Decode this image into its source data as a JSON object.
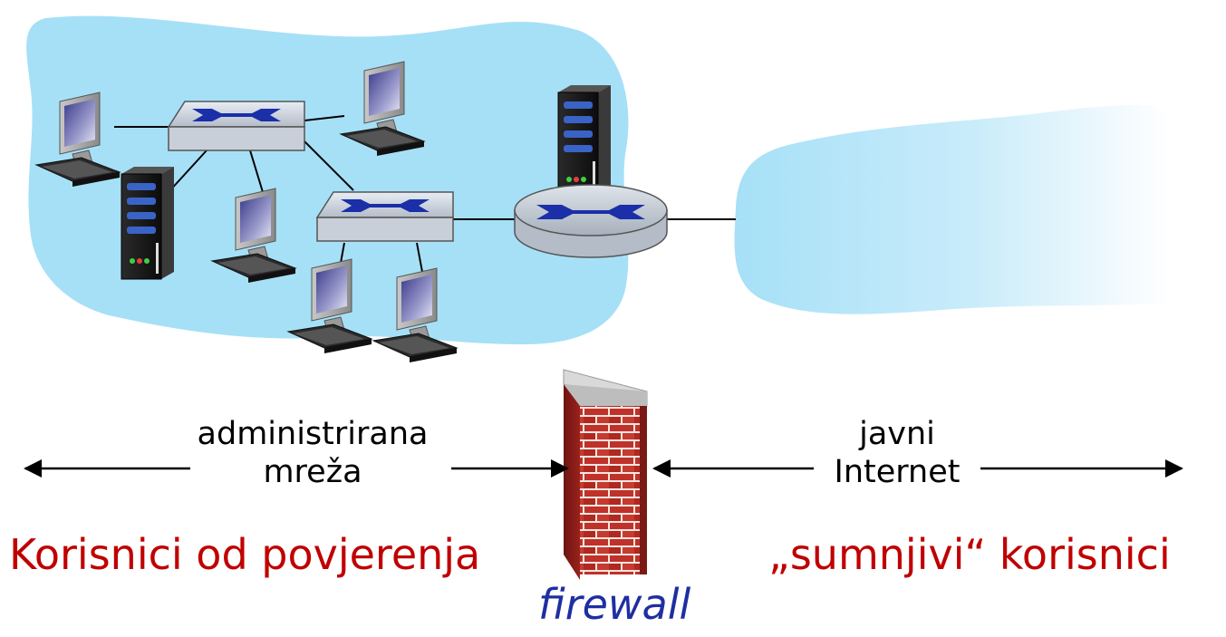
{
  "labels": {
    "managed_line1": "administrirana",
    "managed_line2": "mreža",
    "public_line1": "javni",
    "public_line2": "Internet",
    "trusted_users": "Korisnici od povjerenja",
    "untrusted_users": "„sumnjivi“ korisnici",
    "firewall": "firewall"
  },
  "colors": {
    "lan_cloud": "#a6e0f7",
    "internet_cloud_left": "#a6e0f7",
    "internet_cloud_right": "#ffffff",
    "red_text": "#c00000",
    "firewall_text": "#1f2ea0",
    "brick": "#c0312a",
    "switch_arrow": "#1a2fa8"
  },
  "icons": [
    "workstation-icon",
    "switch-icon",
    "server-icon",
    "router-icon",
    "brick-firewall-icon",
    "arrow-icon"
  ]
}
